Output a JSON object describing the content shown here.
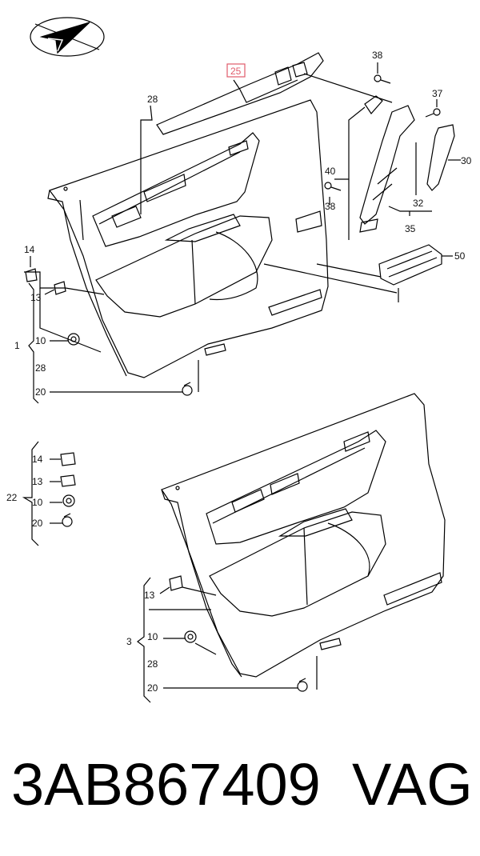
{
  "labels": {
    "l38a": "38",
    "l37": "37",
    "l25": "25",
    "l28a": "28",
    "l30": "30",
    "l40": "40",
    "l38b": "38",
    "l32": "32",
    "l35": "35",
    "l50": "50",
    "l14a": "14",
    "l13a": "13",
    "l1": "1",
    "l10a": "10",
    "l28b": "28",
    "l20a": "20",
    "l14b": "14",
    "l22": "22",
    "l13b": "13",
    "l10b": "10",
    "l20b": "20",
    "l13c": "13",
    "l3": "3",
    "l10c": "10",
    "l28c": "28",
    "l20c": "20"
  },
  "footer": {
    "part_number": "3AB867409",
    "brand": "VAG"
  },
  "colors": {
    "highlight": "#e05a6a",
    "line": "#000000"
  }
}
